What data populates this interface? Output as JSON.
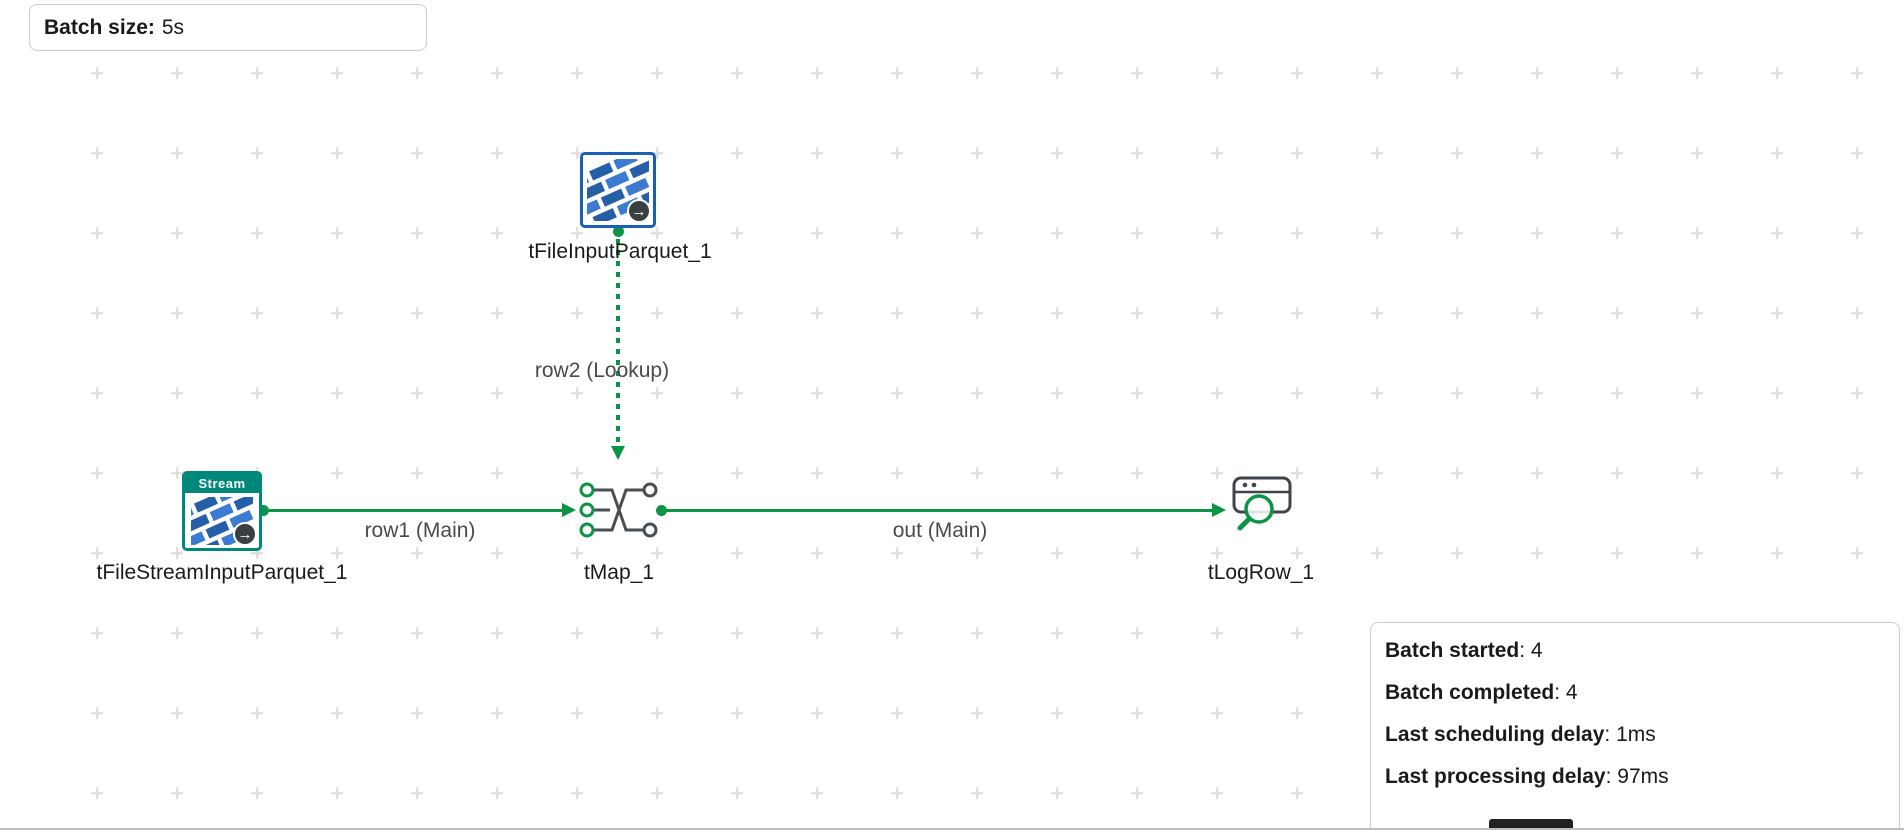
{
  "batch_panel": {
    "label": "Batch size:",
    "value": "5s"
  },
  "components": {
    "file_input_parquet": {
      "label": "tFileInputParquet_1"
    },
    "file_stream_input_parquet": {
      "label": "tFileStreamInputParquet_1",
      "banner": "Stream"
    },
    "tmap": {
      "label": "tMap_1"
    },
    "tlogrow": {
      "label": "tLogRow_1"
    }
  },
  "connections": {
    "lookup": {
      "label": "row2 (Lookup)",
      "style": "dotted"
    },
    "main1": {
      "label": "row1 (Main)",
      "style": "solid"
    },
    "out": {
      "label": "out (Main)",
      "style": "solid"
    }
  },
  "stats": {
    "separator": ": ",
    "rows": [
      {
        "label": "Batch started",
        "value": "4"
      },
      {
        "label": "Batch completed",
        "value": "4"
      },
      {
        "label": "Last scheduling delay",
        "value": "1ms"
      },
      {
        "label": "Last processing delay",
        "value": "97ms"
      }
    ]
  },
  "icons": {
    "io_arrow": "→"
  },
  "colors": {
    "connection_green": "#0B9444",
    "selection_blue": "#1A5FB4",
    "parquet_blue": "#3B7BD0",
    "stream_teal": "#00897B",
    "grid_gray": "#DADADA"
  }
}
